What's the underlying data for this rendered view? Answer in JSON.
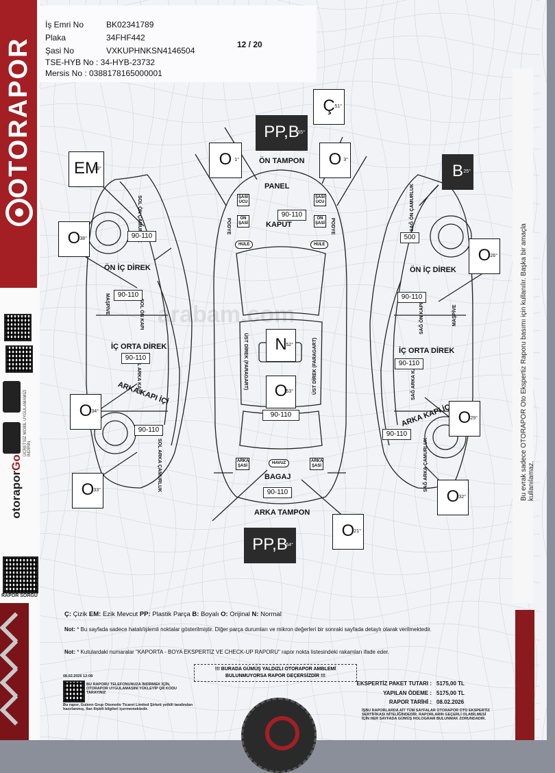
{
  "header": {
    "rows": [
      {
        "label": "İş Emri No",
        "value": "BK02341789"
      },
      {
        "label": "Plaka",
        "value": "34FHF442"
      },
      {
        "label": "Şasi No",
        "value": "VXKUPHNKSN4146504"
      }
    ],
    "tse_line": "TSE-HYB No : 34-HYB-23732",
    "mersis_line": "Mersis No : 0388178165000001",
    "page": "12 / 20"
  },
  "brand": {
    "name": "OTORAPOR",
    "app_name_prefix": "otorapor",
    "app_name_suffix": "Go",
    "rapor_sorgu": "RAPOR SORGU",
    "left_note": "ÜCRETSİZ MOBİL UYGULAMAMIZI İNDİRİN",
    "right_note": "Bu evrak sadece OTORAPOR Oto Ekspertiz Raporu basımı için kullanılır. Başka bir amaçla kullanılamaz."
  },
  "watermark": "arabam.com",
  "marks": {
    "em": {
      "text": "EM",
      "angle": "39°"
    },
    "cizik": {
      "text": "Ç",
      "angle": "51°"
    },
    "on_tampon": {
      "text": "PP,B",
      "angle": "55°"
    },
    "sol_on_hull": {
      "text": "O",
      "angle": "1°"
    },
    "sag_on_hull": {
      "text": "O",
      "angle": "3°"
    },
    "sag_camurluk": {
      "text": "B",
      "angle": "25°"
    },
    "sol_on_kapi": {
      "text": "O",
      "angle": "38°"
    },
    "sag_on_kapi": {
      "text": "O",
      "angle": "26°"
    },
    "tavan": {
      "text": "N",
      "angle": "52°"
    },
    "bagaj_ust": {
      "text": "O",
      "angle": "53°"
    },
    "sol_arka_kapi": {
      "text": "O",
      "angle": "34°"
    },
    "sag_arka_kapi": {
      "text": "O",
      "angle": "29°"
    },
    "sol_arka_camurluk": {
      "text": "O",
      "angle": "33°"
    },
    "sag_arka_camurluk": {
      "text": "O",
      "angle": "32°"
    },
    "arka_tampon": {
      "text": "PP,B",
      "angle": "54°"
    },
    "bagaj": {
      "text": "O",
      "angle": "21°"
    }
  },
  "thickness": {
    "kaput": "90-110",
    "sol_on": "90-110",
    "sol_on_kapi": "90-110",
    "sol_arka_kapi": "90-110",
    "sol_arka": "90-110",
    "tavan": "90-110",
    "bagaj": "90-110",
    "sag_on": "500",
    "sag_on_kapi": "90-110",
    "sag_arka_kapi": "90-110",
    "sag_arka": "90-110"
  },
  "labels": {
    "on_tampon": "ÖN TAMPON",
    "panel": "PANEL",
    "kaput": "KAPUT",
    "arka_tampon": "ARKA TAMPON",
    "bagaj": "BAGAJ",
    "havuz": "HAVUZ",
    "on_ic_direk": "ÖN İÇ DİREK",
    "ic_orta_direk": "İÇ ORTA DİREK",
    "arka_kapi_ici": "ARKA KAPI İÇİ",
    "sol_on_camurluk": "SOL ÖN ÇAMURLUK",
    "sag_on_camurluk": "SAĞ ÖN ÇAMURLUK",
    "sol_on_kapi": "SOL ÖN KAPI",
    "sag_on_kapi": "SAĞ ÖN KAPI",
    "sol_arka_kapi": "SOL ARKA KAPI",
    "sag_arka_kapi": "SAĞ ARKA KAPI",
    "sol_arka_camurluk": "SOL ARKA ÇAMURLUK",
    "sag_arka_camurluk": "SAĞ ARKA ÇAMURLUK",
    "maspive": "MAŞPİVE",
    "podye": "PODYE",
    "ust_direk": "ÜST DİREK (FARAGART)",
    "sasi_ucu": "ŞASİ UCU",
    "on_sasi": "ÖN ŞASİ",
    "arka_sasi": "ARKA ŞASİ",
    "hule": "HULE"
  },
  "legend": {
    "c_code": "Ç:",
    "c_text": " Çizik ",
    "em_code": "EM:",
    "em_text": " Ezik Mevcut ",
    "pp_code": "PP:",
    "pp_text": " Plastik Parça ",
    "b_code": "B:",
    "b_text": " Boyalı ",
    "o_code": "O:",
    "o_text": " Orijinal ",
    "n_code": "N:",
    "n_text": " Normal"
  },
  "notes": {
    "note1_prefix": "Not:",
    "note1": " * Bu sayfada sadece hatalı/işlemli noktalar gösterilmiştir. Diğer parça durumları ve mikron değerleri bir sonraki sayfada detaylı olarak verilmektedir.",
    "note2_prefix": "Not:",
    "note2": " * Kutulardaki numaralar \"KAPORTA - BOYA EKSPERTİZ VE CHECK-UP RAPORU\" rapor nokta listesindeki rakamları ifade eder."
  },
  "banner": {
    "line1": "!!! BURADA GÜMÜŞ YALDIZLI OTORAPOR AMBLEMİ",
    "line2": "BULUNMUYORSA RAPOR GEÇERSİZDİR !!!"
  },
  "prices": {
    "paket_label": "EKSPERTİZ PAKET TUTARI :",
    "paket_value": "5175,00 TL",
    "odeme_label": "YAPILAN ÖDEME :",
    "odeme_value": "5175,00 TL",
    "tarih_label": "RAPOR TARİHİ :",
    "tarih_value": "08.02.2026"
  },
  "small_text": {
    "date_stamp": "08.02.2026 12:08",
    "qr_note": "BU RAPORU TELEFONUNUZA İNDİRMEK İÇİN, OTORAPOR UYGULAMASINI YÜKLEYİP QR KODU TARAYINIZ",
    "bottom_left": "Bu rapor, Gulenn Grup Otomotiv Ticaret Limited Şirketi yetkili tarafından hazırlanmış, ilan ilişkili bilgileri içermemektedir.",
    "bottom_right": "İŞBU RAPORLARDA AİT TÜM SAYFALAR OTORAPOR OTO EKSPERTİZ SERTİFİKASI NİTELİĞİNDEDİR. RAPORLARIN GEÇERLİ OLABİLMESİ İÇİN HER SAYFADA GÜMÜŞ HOLOGRAM BULUNMAK ZORUNDADIR."
  },
  "colors": {
    "brand_red": "#a31f24",
    "dark_box": "#2b2b2b",
    "paper": "#f2f3f6"
  }
}
